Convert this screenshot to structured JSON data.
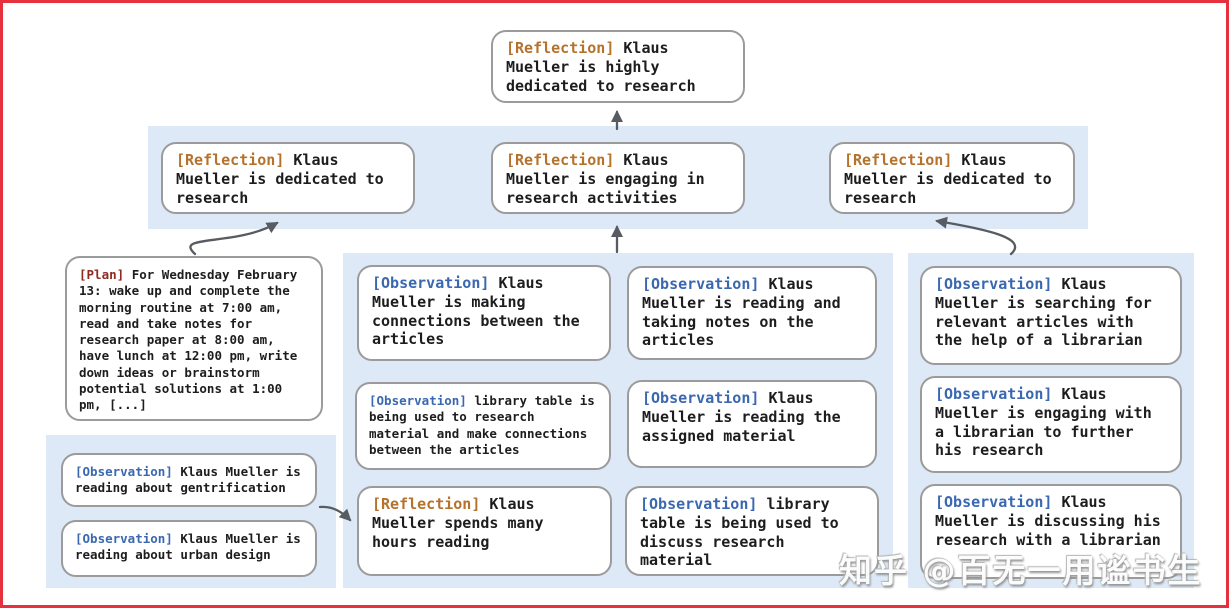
{
  "palette": {
    "frame_border": "#e5303e",
    "band_blue": "#dde9f7",
    "box_border": "#9b9b9b",
    "body_text": "#1d1d1f",
    "reflection_tag": "#b5722c",
    "plan_tag": "#8e2a21",
    "observation_tag": "#3a68b0",
    "arrow": "#575c63"
  },
  "watermark": {
    "text": "知乎 @百无一用谧书生"
  },
  "nodes": {
    "root": {
      "tag": "[Reflection]",
      "text": "Klaus Mueller is highly dedicated to research"
    },
    "level2": [
      {
        "tag": "[Reflection]",
        "text": "Klaus Mueller is dedicated to research"
      },
      {
        "tag": "[Reflection]",
        "text": "Klaus Mueller is engaging in research activities"
      },
      {
        "tag": "[Reflection]",
        "text": "Klaus Mueller is dedicated to research"
      }
    ],
    "plan": {
      "tag": "[Plan]",
      "text": "For Wednesday February 13: wake up and complete the morning routine at 7:00 am, read and take notes for research paper at 8:00 am, have lunch at 12:00 pm, write down ideas or brainstorm potential solutions at 1:00 pm, [...]"
    },
    "left": [
      {
        "tag": "[Observation]",
        "text": "Klaus Mueller is reading about gentrification"
      },
      {
        "tag": "[Observation]",
        "text": "Klaus Mueller is reading about urban design"
      }
    ],
    "mid_a": [
      {
        "tag": "[Observation]",
        "text": "Klaus Mueller is making connections between the articles"
      },
      {
        "tag": "[Observation]",
        "text": "library table is being used to research material and make connections between the articles"
      },
      {
        "tag": "[Reflection]",
        "text": "Klaus Mueller spends many hours reading"
      }
    ],
    "mid_b": [
      {
        "tag": "[Observation]",
        "text": "Klaus Mueller is reading and taking notes on the articles"
      },
      {
        "tag": "[Observation]",
        "text": "Klaus Mueller is reading the assigned material"
      },
      {
        "tag": "[Observation]",
        "text": "library table is being used to discuss research material"
      }
    ],
    "right": [
      {
        "tag": "[Observation]",
        "text": "Klaus Mueller is searching for relevant articles with the help of a librarian"
      },
      {
        "tag": "[Observation]",
        "text": "Klaus Mueller is engaging with a librarian to further his research"
      },
      {
        "tag": "[Observation]",
        "text": "Klaus Mueller is discussing his research with a librarian"
      }
    ]
  }
}
